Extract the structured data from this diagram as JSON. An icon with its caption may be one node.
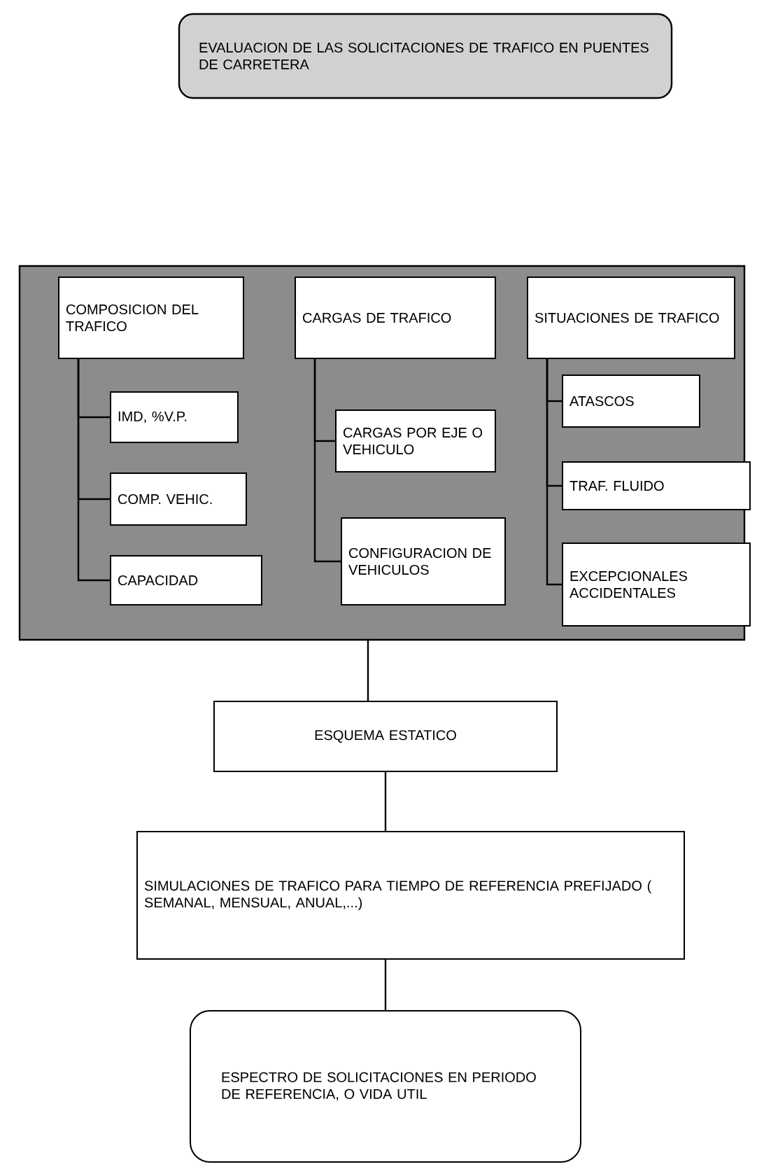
{
  "diagram": {
    "nodes": [
      {
        "text": [
          "EVALUACION DE LAS SOLICITACIONES DE TRAFICO EN PUENTES DE CARRETERA"
        ]
      },
      {
        "text": [],
        "shape": "box"
      },
      {
        "text": [
          "COMPOSICION DEL TRAFICO"
        ],
        "in": 1
      },
      {
        "text": [
          "CARGAS DE TRAFICO"
        ],
        "in": 1
      },
      {
        "text": [
          "SITUACIONES DE TRAFICO"
        ],
        "in": 1
      },
      {
        "text": [
          "IMD, %V.P."
        ],
        "in": 1
      },
      {
        "text": [
          "COMP. VEHIC."
        ],
        "in": 1
      },
      {
        "text": [
          "CAPACIDAD"
        ],
        "in": 1
      },
      {
        "text": [
          "CARGAS POR EJE O VEHICULO"
        ],
        "in": 1
      },
      {
        "text": [
          "CONFIGURACION DE VEHICULOS"
        ],
        "in": 1
      },
      {
        "text": [
          "ATASCOS"
        ],
        "in": 1
      },
      {
        "text": [
          "TRAF. FLUIDO"
        ],
        "in": 1
      },
      {
        "text": [
          "EXCEPCIONALES ACCIDENTALES"
        ],
        "in": 1
      },
      {
        "text": [
          "ESQUEMA ESTATICO"
        ]
      },
      {
        "text": [
          "SIMULACIONES DE TRAFICO PARA TIEMPO DE REFERENCIA PREFIJADO ( SEMANAL, MENSUAL, ANUAL,...)"
        ]
      },
      {
        "text": [
          "ESPECTRO DE SOLICITACIONES EN PERIODO DE REFERENCIA, O VIDA UTIL"
        ]
      }
    ],
    "edges": [
      {
        "from": 2,
        "to": 5,
        "arrow": "none"
      },
      {
        "from": 2,
        "to": 6,
        "arrow": "none"
      },
      {
        "from": 2,
        "to": 7,
        "arrow": "none"
      },
      {
        "from": 3,
        "to": 8,
        "arrow": "none"
      },
      {
        "from": 3,
        "to": 9,
        "arrow": "none"
      },
      {
        "from": 4,
        "to": 10,
        "arrow": "none"
      },
      {
        "from": 4,
        "to": 11,
        "arrow": "none"
      },
      {
        "from": 4,
        "to": 12,
        "arrow": "none"
      },
      {
        "from": 1,
        "to": 13,
        "arrow": "none"
      },
      {
        "from": 13,
        "to": 14,
        "arrow": "none"
      },
      {
        "from": 14,
        "to": 15,
        "arrow": "none"
      }
    ]
  }
}
